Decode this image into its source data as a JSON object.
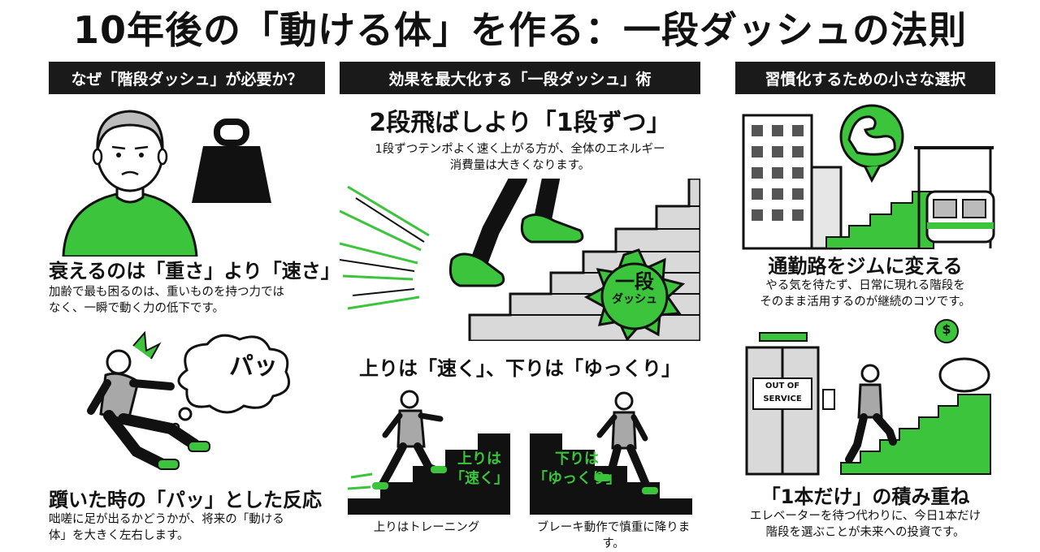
{
  "title": "10年後の「動ける体」を作る：一段ダッシュの法則",
  "colors": {
    "accent": "#3cc43c",
    "dark": "#1a1a1a",
    "gray": "#9a9a9a",
    "light_gray": "#d9d9d9"
  },
  "left": {
    "header": "なぜ「階段ダッシュ」が必要か？",
    "section1": {
      "heading": "衰えるのは「重さ」より「速さ」",
      "body_line1": "加齢で最も困るのは、重いものを持つ力では",
      "body_line2": "なく、一瞬で動く力の低下です。"
    },
    "bubble_text": "パッ",
    "section2": {
      "heading": "躓いた時の「パッ」とした反応",
      "body_line1": "咄嗟に足が出るかどうかが、将来の「動ける",
      "body_line2": "体」を大きく左右します。"
    }
  },
  "middle": {
    "header": "効果を最大化する「一段ダッシュ」術",
    "section1": {
      "heading": "2段飛ばしより「1段ずつ」",
      "body_line1": "1段ずつテンポよく速く上がる方が、全体のエネルギー",
      "body_line2": "消費量は大きくなります。"
    },
    "badge_line1": "一段",
    "badge_line2": "ダッシュ",
    "section2": {
      "heading": "上りは「速く」、下りは「ゆっくり」"
    },
    "up": {
      "label_line1": "上りは",
      "label_line2": "「速く」",
      "caption": "上りはトレーニング"
    },
    "down": {
      "label_line1": "下りは",
      "label_line2": "「ゆっくり」",
      "caption": "ブレーキ動作で慎重に降ります。"
    }
  },
  "right": {
    "header": "習慣化するための小さな選択",
    "section1": {
      "heading": "通勤路をジムに変える",
      "body_line1": "やる気を待たず、日常に現れる階段を",
      "body_line2": "そのまま活用するのが継続のコツです。"
    },
    "sign_line1": "OUT OF",
    "sign_line2": "SERVICE",
    "section2": {
      "heading": "「1本だけ」の積み重ね",
      "body_line1": "エレベーターを待つ代わりに、今日1本だけ",
      "body_line2": "階段を選ぶことが未来への投資です。"
    }
  }
}
